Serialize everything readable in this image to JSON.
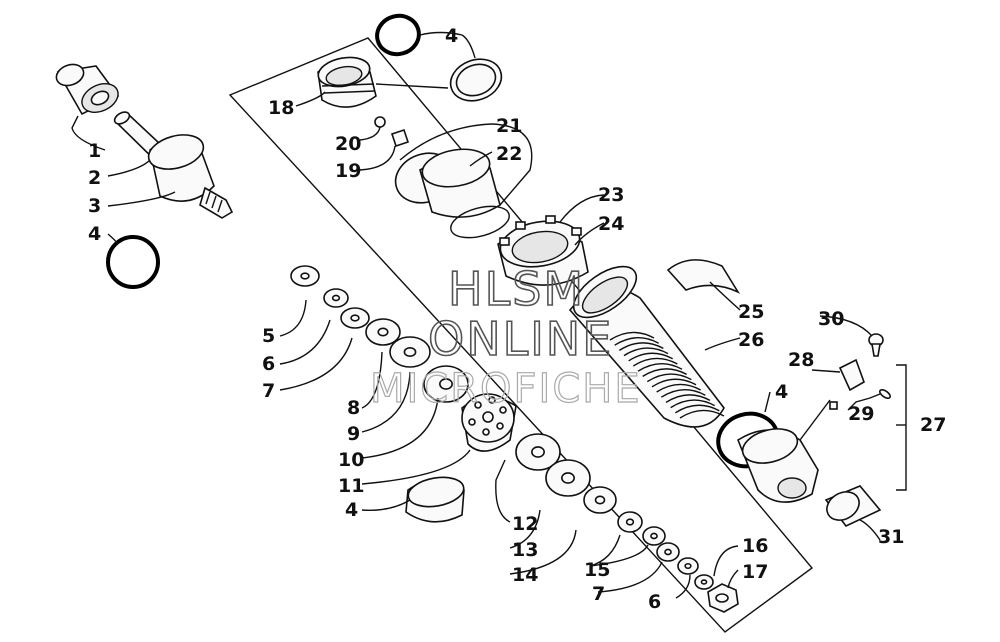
{
  "watermark": {
    "line1": "HLSM",
    "line2": "ONLINE",
    "line3": "MICROFICHE"
  },
  "callouts": [
    {
      "id": "c1",
      "text": "1"
    },
    {
      "id": "c2",
      "text": "2"
    },
    {
      "id": "c3",
      "text": "3"
    },
    {
      "id": "c4a",
      "text": "4"
    },
    {
      "id": "c4b",
      "text": "4"
    },
    {
      "id": "c4c",
      "text": "4"
    },
    {
      "id": "c4d",
      "text": "4"
    },
    {
      "id": "c5",
      "text": "5"
    },
    {
      "id": "c6a",
      "text": "6"
    },
    {
      "id": "c6b",
      "text": "6"
    },
    {
      "id": "c7a",
      "text": "7"
    },
    {
      "id": "c7b",
      "text": "7"
    },
    {
      "id": "c8",
      "text": "8"
    },
    {
      "id": "c9",
      "text": "9"
    },
    {
      "id": "c10",
      "text": "10"
    },
    {
      "id": "c11",
      "text": "11"
    },
    {
      "id": "c12",
      "text": "12"
    },
    {
      "id": "c13",
      "text": "13"
    },
    {
      "id": "c14",
      "text": "14"
    },
    {
      "id": "c15",
      "text": "15"
    },
    {
      "id": "c16",
      "text": "16"
    },
    {
      "id": "c17",
      "text": "17"
    },
    {
      "id": "c18",
      "text": "18"
    },
    {
      "id": "c19",
      "text": "19"
    },
    {
      "id": "c20",
      "text": "20"
    },
    {
      "id": "c21",
      "text": "21"
    },
    {
      "id": "c22",
      "text": "22"
    },
    {
      "id": "c23",
      "text": "23"
    },
    {
      "id": "c24",
      "text": "24"
    },
    {
      "id": "c25",
      "text": "25"
    },
    {
      "id": "c26",
      "text": "26"
    },
    {
      "id": "c27",
      "text": "27"
    },
    {
      "id": "c28",
      "text": "28"
    },
    {
      "id": "c29",
      "text": "29"
    },
    {
      "id": "c30",
      "text": "30"
    },
    {
      "id": "c31",
      "text": "31"
    }
  ]
}
